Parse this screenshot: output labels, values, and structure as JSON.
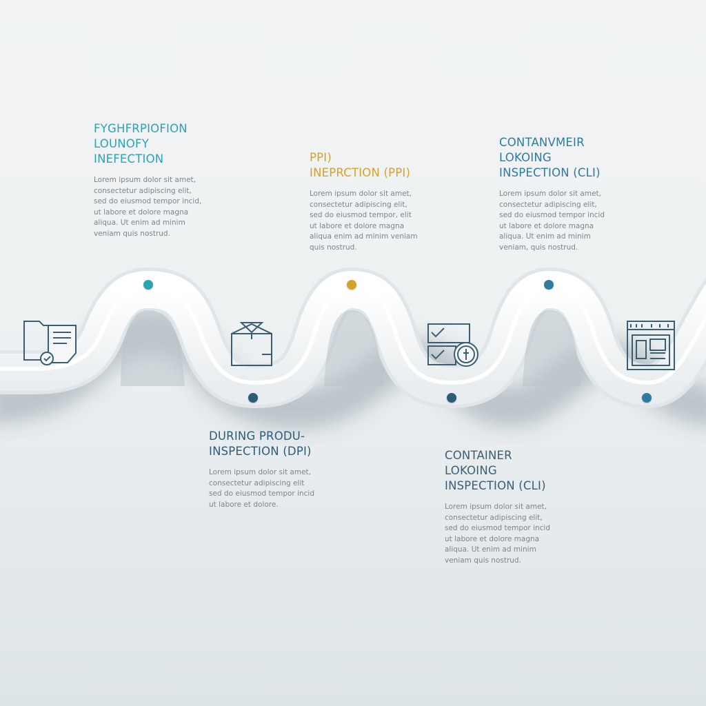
{
  "colors": {
    "teal": "#2aa4b4",
    "gold": "#d4a32a",
    "navy": "#2d5b78",
    "slate": "#3c5e72",
    "ocean": "#2f7a9e",
    "icon": "#3a5e70",
    "text": "#7d8489"
  },
  "steps": [
    {
      "id": "step-1",
      "title": "FYGHFRPIOFION\nLOUNOFY\nINEFECTION",
      "title_color": "#2aa4b4",
      "desc": "Lorem ipsum dolor sit amet,\nconsectetur adipiscing elit,\nsed do eiusmod tempor incid,\nut labore et dolore magna\naliqua. Ut enim ad minim\nveniam quis nostrud.",
      "icon": "document-icon"
    },
    {
      "id": "step-2",
      "title": "PPI)\nINEPRCTION (PPI)",
      "title_color": "#d4a32a",
      "desc": "Lorem ipsum dolor sit amet,\nconsectetur adipiscing elit,\nsed do eiusmod tempor, elit\nut labore et dolore magna\naliqua enim ad minim veniam\nquis nostrud.",
      "icon": "box-icon"
    },
    {
      "id": "step-3",
      "title": "DURING PRODU-\nINSPECTION (DPI)",
      "title_color": "#2d5b78",
      "desc": "Lorem ipsum dolor sit amet,\nconsectetur adipiscing elit\nsed do eiusmod tempor incid\nut labore et dolore.",
      "icon": "checklist-icon"
    },
    {
      "id": "step-4",
      "title": "CONTANVMEIR\nLOKOING\nINSPECTION (CLI)",
      "title_color": "#2f7a9e",
      "desc": "Lorem ipsum dolor sit amet,\nconsectetur adipiscing elit,\nsed do eiusmod tempor incid\nut labore et dolore magna\naliqua. Ut enim ad minim\nveniam, quis nostrud.",
      "icon": "container-icon"
    },
    {
      "id": "step-5",
      "title": "CONTAINER\nLOKOING\nINSPECTION (CLI)",
      "title_color": "#3c5e72",
      "desc": "Lorem ipsum dolor sit amet,\nconsectetur adipiscing elit,\nsed do eiusmod tempor incid\nut labore et dolore magna\naliqua. Ut enim ad minim\nveniam quis nostrud."
    }
  ],
  "markers": [
    {
      "id": "marker-1",
      "color": "#2aa4b4"
    },
    {
      "id": "marker-2",
      "color": "#d4a32a"
    },
    {
      "id": "marker-3",
      "color": "#2d5b78"
    },
    {
      "id": "marker-4",
      "color": "#2f7a9e"
    },
    {
      "id": "marker-5",
      "color": "#2d5b78"
    },
    {
      "id": "marker-6",
      "color": "#2f7a9e"
    },
    {
      "id": "marker-7",
      "color": "#2f8bb0"
    }
  ]
}
